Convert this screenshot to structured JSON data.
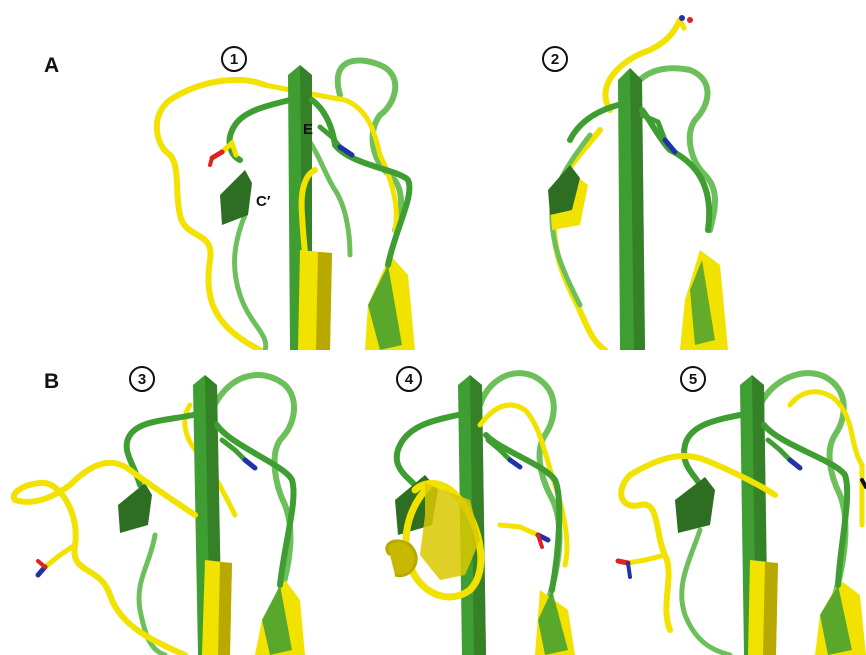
{
  "panels": {
    "a": {
      "letter": "A"
    },
    "b": {
      "letter": "B"
    }
  },
  "structures": [
    {
      "id": "1",
      "label": "1"
    },
    {
      "id": "2",
      "label": "2"
    },
    {
      "id": "3",
      "label": "3"
    },
    {
      "id": "4",
      "label": "4"
    },
    {
      "id": "5",
      "label": "5"
    }
  ],
  "labels": {
    "strand_e": "E",
    "strand_c_prime": "C′"
  },
  "colors": {
    "green_ribbon": "#3f9e32",
    "green_dark": "#2d6e22",
    "green_light": "#6cbf5a",
    "yellow_ribbon": "#f2e200",
    "yellow_dark": "#b8a900",
    "nitrogen": "#2233aa",
    "oxygen": "#dd2222"
  }
}
